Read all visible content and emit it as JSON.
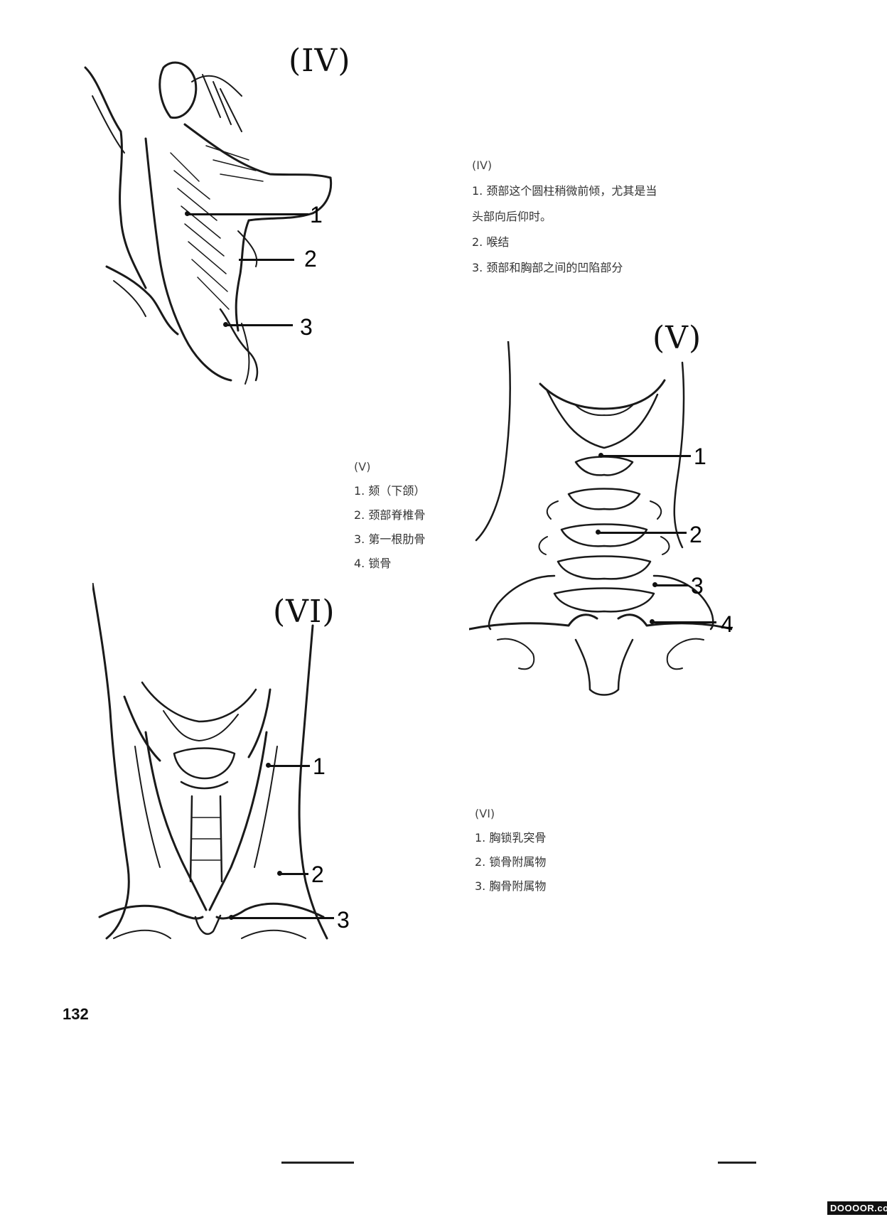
{
  "page_number": "132",
  "figures": [
    {
      "id": "IV",
      "title": "(IV)",
      "labels": [
        "1",
        "2",
        "3"
      ]
    },
    {
      "id": "V",
      "title": "(V)",
      "labels": [
        "1",
        "2",
        "3",
        "4"
      ]
    },
    {
      "id": "VI",
      "title": "(VI)",
      "labels": [
        "1",
        "2",
        "3"
      ]
    }
  ],
  "captions": {
    "iv": {
      "heading": "(IV)",
      "items": [
        "1. 颈部这个圆柱稍微前倾，尤其是当",
        "头部向后仰时。",
        "2. 喉结",
        "3. 颈部和胸部之间的凹陷部分"
      ]
    },
    "v": {
      "heading": "(V)",
      "items": [
        "1. 颏（下颌）",
        "2. 颈部脊椎骨",
        "3. 第一根肋骨",
        "4. 锁骨"
      ]
    },
    "vi": {
      "heading": "(VI)",
      "items": [
        "1. 胸锁乳突骨",
        "2. 锁骨附属物",
        "3. 胸骨附属物"
      ]
    }
  },
  "watermark": "DOOOOR.com"
}
